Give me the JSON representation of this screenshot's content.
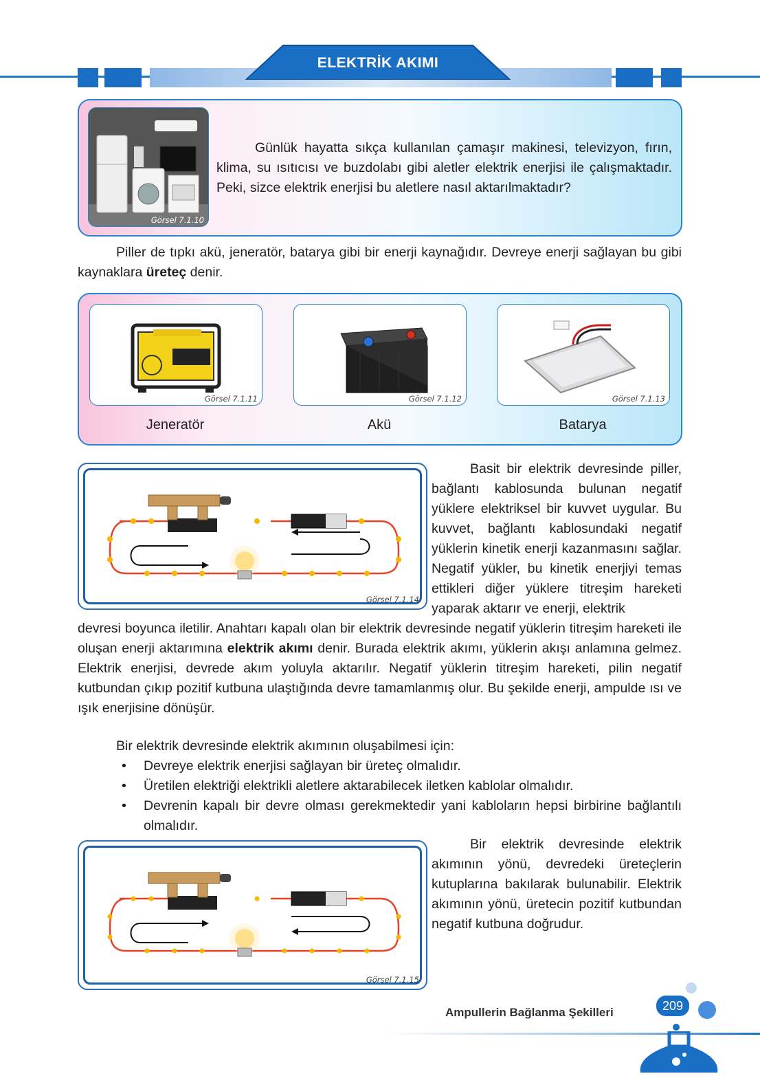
{
  "header": {
    "title": "ELEKTRİK AKIMI"
  },
  "intro": {
    "caption": "Görsel 7.1.10",
    "text": "Günlük hayatta sıkça kullanılan çamaşır makinesi, televizyon, fırın, klima, su ısıtıcısı ve buzdolabı gibi aletler elektrik enerjisi ile çalışmaktadır. Peki, sizce elektrik enerjisi bu aletlere nasıl aktarılmaktadır?"
  },
  "para1": {
    "text_before": "Piller de tıpkı akü, jeneratör, batarya gibi bir enerji kaynağıdır. Devreye enerji sağlayan bu gibi kaynaklara ",
    "bold": "üreteç",
    "text_after": " denir."
  },
  "sources": [
    {
      "caption": "Görsel 7.1.11",
      "label": "Jeneratör"
    },
    {
      "caption": "Görsel 7.1.12",
      "label": "Akü"
    },
    {
      "caption": "Görsel 7.1.13",
      "label": "Batarya"
    }
  ],
  "figure14": {
    "caption": "Görsel 7.1.14"
  },
  "para2": {
    "side_text": "Basit bir elektrik devresinde piller, bağlantı kablosunda bulunan negatif yüklere elektriksel bir kuvvet uygular. Bu kuvvet, bağlantı kablosundaki negatif yüklerin kinetik enerji kazanmasını sağlar. Negatif yükler, bu kinetik enerjiyi temas ettikleri diğer yüklere titreşim hareketi yaparak aktarır ve enerji, elektrik",
    "full_before": "devresi boyunca iletilir. Anahtarı kapalı olan bir elektrik devresinde negatif yüklerin titreşim hareketi ile oluşan enerji aktarımına ",
    "bold": "elektrik akımı",
    "full_after": " denir. Burada elektrik akımı, yüklerin akışı anlamına gelmez. Elektrik enerjisi, devrede akım yoluyla aktarılır. Negatif yüklerin titreşim hareketi, pilin negatif kutbundan çıkıp pozitif kutbuna ulaştığında devre tamamlanmış olur. Bu şekilde enerji, ampulde ısı ve ışık enerjisine dönüşür."
  },
  "conditions": {
    "intro": "Bir elektrik devresinde elektrik akımının oluşabilmesi için:",
    "items": [
      "Devreye elektrik enerjisi sağlayan bir üreteç olmalıdır.",
      "Üretilen elektriği elektrikli aletlere aktarabilecek iletken kablolar olmalıdır.",
      "Devrenin kapalı bir devre olması gerekmektedir yani kabloların hepsi birbirine bağlantılı olmalıdır."
    ]
  },
  "figure15": {
    "caption": "Görsel 7.1.15"
  },
  "para3": {
    "text": "Bir elektrik devresinde elektrik akımının yönü, devredeki üreteçlerin kutuplarına bakılarak bulunabilir. Elektrik akımının yönü, üretecin pozitif kutbundan negatif kutbuna doğrudur."
  },
  "footer": {
    "chapter": "Ampullerin Bağlanma Şekilleri",
    "page": "209"
  },
  "colors": {
    "accent": "#1a6fc4",
    "panel_border": "#2b83d0",
    "wire": "#e8432a",
    "charge": "#f5b800"
  }
}
